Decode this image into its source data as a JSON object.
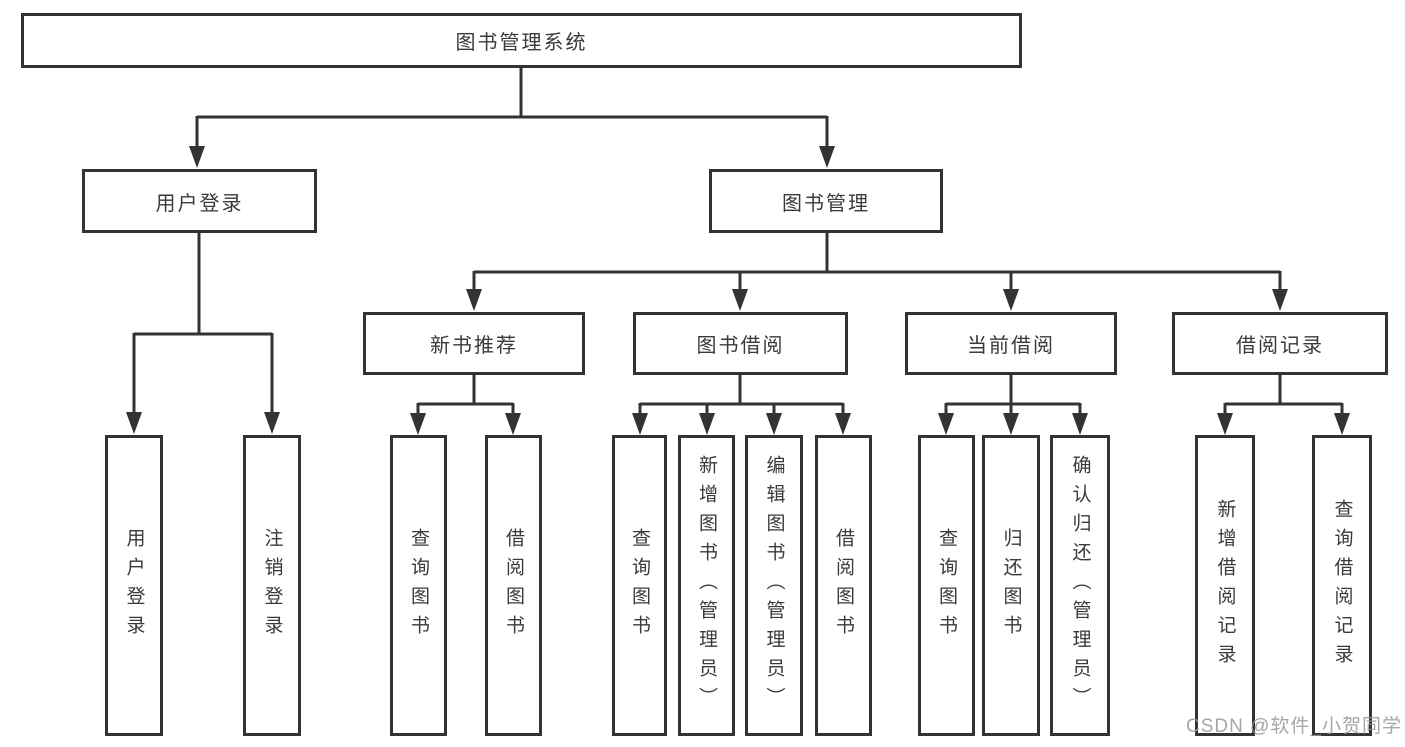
{
  "diagram_title": "图书管理系统",
  "root": {
    "label": "图书管理系统"
  },
  "level1": [
    {
      "label": "用户登录"
    },
    {
      "label": "图书管理"
    }
  ],
  "level2": [
    {
      "label": "新书推荐",
      "parent": "图书管理"
    },
    {
      "label": "图书借阅",
      "parent": "图书管理"
    },
    {
      "label": "当前借阅",
      "parent": "图书管理"
    },
    {
      "label": "借阅记录",
      "parent": "图书管理"
    }
  ],
  "leaves": [
    {
      "label": "用户登录",
      "parent": "用户登录"
    },
    {
      "label": "注销登录",
      "parent": "用户登录"
    },
    {
      "label": "查询图书",
      "parent": "新书推荐"
    },
    {
      "label": "借阅图书",
      "parent": "新书推荐"
    },
    {
      "label": "查询图书",
      "parent": "图书借阅"
    },
    {
      "label": "新增图书（管理员）",
      "parent": "图书借阅"
    },
    {
      "label": "编辑图书（管理员）",
      "parent": "图书借阅"
    },
    {
      "label": "借阅图书",
      "parent": "图书借阅"
    },
    {
      "label": "查询图书",
      "parent": "当前借阅"
    },
    {
      "label": "归还图书",
      "parent": "当前借阅"
    },
    {
      "label": "确认归还（管理员）",
      "parent": "当前借阅"
    },
    {
      "label": "新增借阅记录",
      "parent": "借阅记录"
    },
    {
      "label": "查询借阅记录",
      "parent": "借阅记录"
    }
  ],
  "watermark": {
    "text": "CSDN @软件_小贺同学",
    "color": "#969696"
  },
  "colors": {
    "line": "#333333",
    "box_border": "#333333",
    "box_fill": "#ffffff",
    "text": "#3a3a3a",
    "background": "#ffffff"
  }
}
